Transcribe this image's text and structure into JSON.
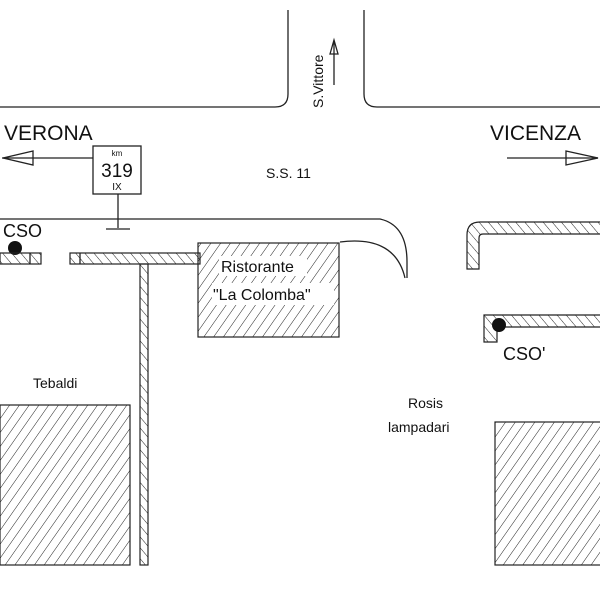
{
  "labels": {
    "verona": "VERONA",
    "vicenza": "VICENZA",
    "s_vittore": "S.Vittore",
    "road": "S.S. 11",
    "cso_left": "CSO",
    "cso_right": "CSO'",
    "restaurant_line1": "Ristorante",
    "restaurant_line2": "\"La Colomba\"",
    "tebaldi": "Tebaldi",
    "rosis_line1": "Rosis",
    "rosis_line2": "lampadari"
  },
  "km_sign": {
    "unit": "km",
    "number": "319",
    "roman": "IX"
  },
  "colors": {
    "ink": "#222222",
    "background": "#ffffff"
  }
}
